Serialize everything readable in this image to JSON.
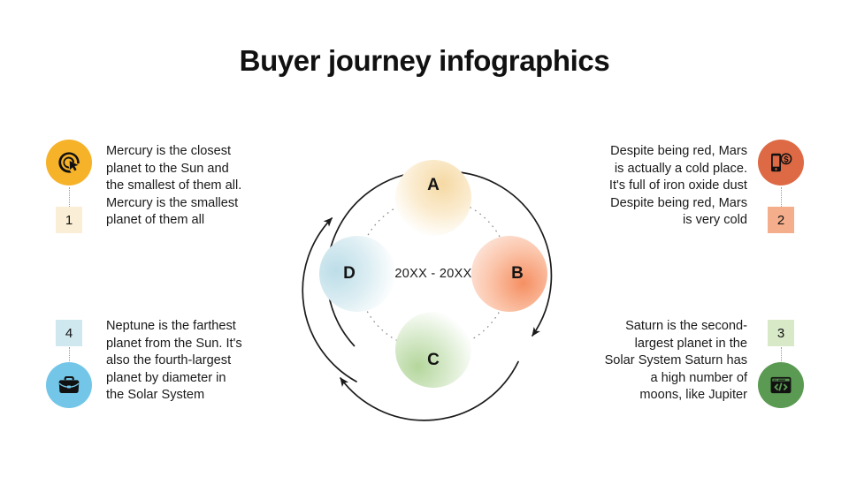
{
  "title": "Buyer journey infographics",
  "center": {
    "label": "20XX - 20XX"
  },
  "nodes": [
    {
      "letter": "A",
      "position": "top",
      "color_from": "#ffffff",
      "color_to": "#f7dfb0"
    },
    {
      "letter": "B",
      "position": "right",
      "color_from": "#fdded2",
      "color_to": "#f59a72"
    },
    {
      "letter": "C",
      "position": "bottom",
      "color_from": "#ffffff",
      "color_to": "#bcd9a6"
    },
    {
      "letter": "D",
      "position": "left",
      "color_from": "#ffffff",
      "color_to": "#c3e0ea"
    }
  ],
  "items": [
    {
      "number": "1",
      "side": "left",
      "icon": "cursor-click-icon",
      "icon_circle_color": "#f6b229",
      "badge_color": "#faefd6",
      "text": "Mercury is the closest\nplanet to the Sun and\nthe smallest of them all.\nMercury is the smallest\nplanet of them all"
    },
    {
      "number": "2",
      "side": "right",
      "icon": "mobile-payment-icon",
      "icon_circle_color": "#dd6a45",
      "badge_color": "#f5ae8c",
      "text": "Despite being red, Mars\nis actually a cold place.\nIt's full of iron oxide dust\nDespite being red, Mars\nis very cold"
    },
    {
      "number": "3",
      "side": "right",
      "icon": "code-window-icon",
      "icon_circle_color": "#5b9a52",
      "badge_color": "#d8e9c8",
      "text": "Saturn is the second-\nlargest planet in the\nSolar System Saturn has\na high number of\nmoons, like Jupiter"
    },
    {
      "number": "4",
      "side": "left",
      "icon": "briefcase-icon",
      "icon_circle_color": "#74c6e8",
      "badge_color": "#cfe7ef",
      "text": "Neptune is the farthest\nplanet from the Sun. It's\nalso the fourth-largest\nplanet by diameter in\nthe Solar System"
    }
  ],
  "arrows": [
    {
      "name": "arrow-a-to-b",
      "direction": "clockwise"
    },
    {
      "name": "arrow-b-to-c",
      "direction": "clockwise"
    },
    {
      "name": "arrow-c-to-d",
      "direction": "clockwise"
    },
    {
      "name": "arrow-d-to-a",
      "direction": "clockwise"
    }
  ]
}
